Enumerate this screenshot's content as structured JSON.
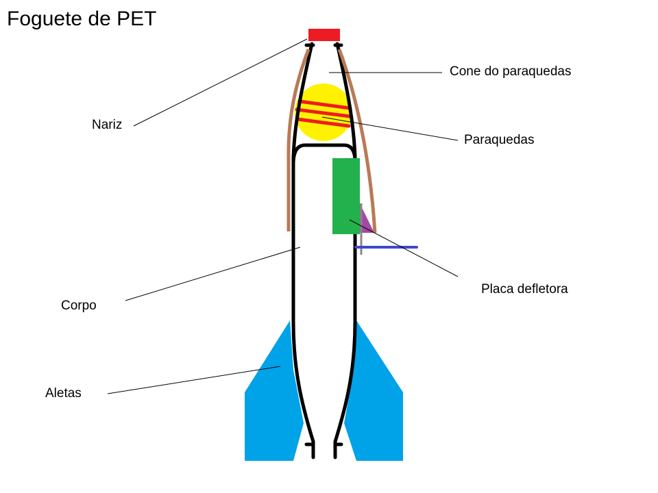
{
  "title": "Foguete de PET",
  "labels": {
    "nariz": "Nariz",
    "cone": "Cone do paraquedas",
    "paraquedas": "Paraquedas",
    "placa": "Placa defletora",
    "corpo": "Corpo",
    "aletas": "Aletas"
  },
  "colors": {
    "nose": "#ed1c24",
    "parachute": "#fff200",
    "parachute_stripes": "#ed1c24",
    "cone": "#b97a57",
    "deflector": "#22b14c",
    "fins": "#00a2e8",
    "triangle": "#a349a4",
    "rod": "#3f48cc"
  }
}
